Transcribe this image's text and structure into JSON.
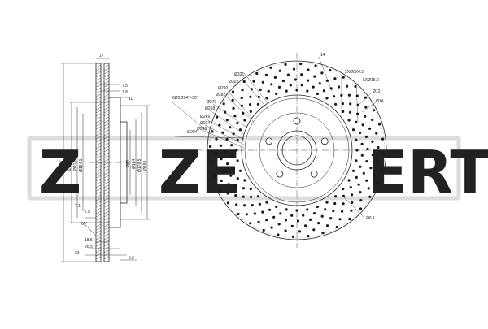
{
  "watermark": {
    "brand": "ZEKKERT",
    "left_text": "Z",
    "mid_text": "ZE",
    "right_text": "ERT",
    "color": "#d8d8d8"
  },
  "colors": {
    "line": "#222222",
    "hatch": "#444444",
    "dots": "#1a1a1a"
  },
  "side_view": {
    "top_dims": [
      "17",
      "7.5",
      "1.8",
      "11"
    ],
    "vertical_dims": [
      "Ø330",
      "Ø180",
      "Ø214",
      "Ø154.1",
      "Ø67",
      "Ø164",
      "Ø178.5",
      "Ø188"
    ],
    "left_small": [
      "7.1",
      "7.5"
    ],
    "angle": "60°",
    "bottom_dims": [
      "18.5",
      "26.5",
      "32",
      "6.6"
    ]
  },
  "front_view": {
    "callouts": [
      "14",
      "2XØ0X4.5",
      "5XØ15.2",
      "Ø12",
      "Ø14",
      "Ø321",
      "Ø302",
      "Ø290",
      "Ø282",
      "Ø270",
      "Ø258",
      "Ø266",
      "Ø234",
      "Ø248"
    ],
    "left_note": "6Ø5.294°=30°",
    "small_note": "5.294°",
    "bottom_note": "Ø6.1"
  }
}
